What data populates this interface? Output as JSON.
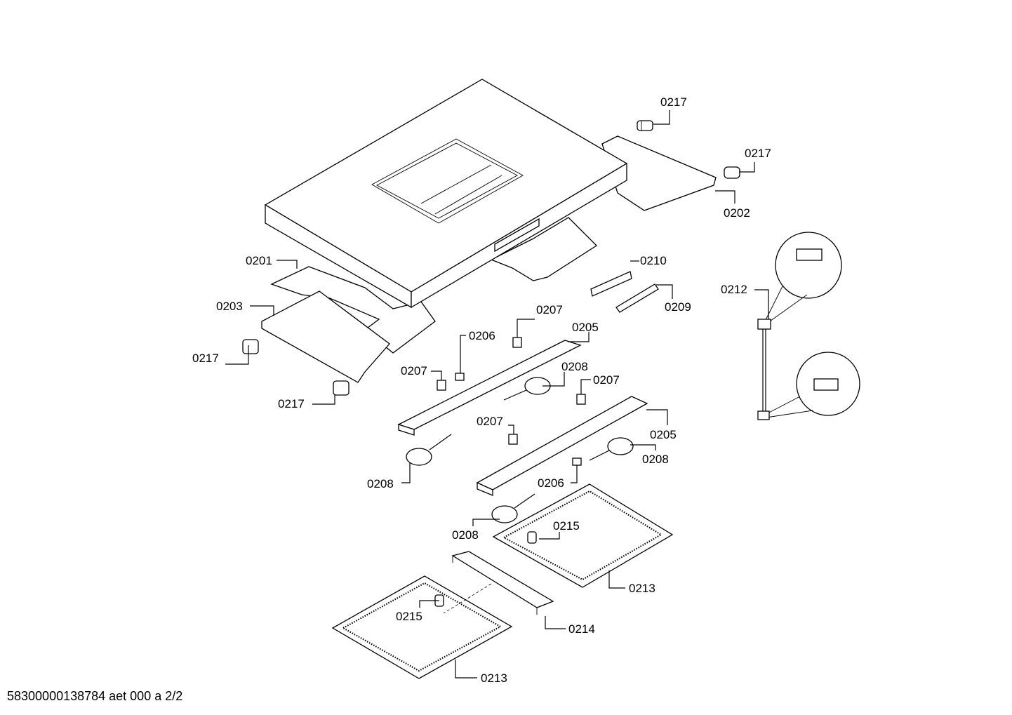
{
  "labels": {
    "l0217a": "0217",
    "l0217b": "0217",
    "l0202": "0202",
    "l0201": "0201",
    "l0203": "0203",
    "l0217c": "0217",
    "l0217d": "0217",
    "l0210": "0210",
    "l0209": "0209",
    "l0212": "0212",
    "l0207a": "0207",
    "l0206a": "0206",
    "l0205a": "0205",
    "l0207b": "0207",
    "l0208a": "0208",
    "l0207c": "0207",
    "l0207d": "0207",
    "l0205b": "0205",
    "l0208b": "0208",
    "l0208c": "0208",
    "l0206b": "0206",
    "l0215a": "0215",
    "l0208d": "0208",
    "l0213a": "0213",
    "l0215b": "0215",
    "l0214": "0214",
    "l0213b": "0213"
  },
  "footer": "58300000138784 aet 000 a 2/2"
}
